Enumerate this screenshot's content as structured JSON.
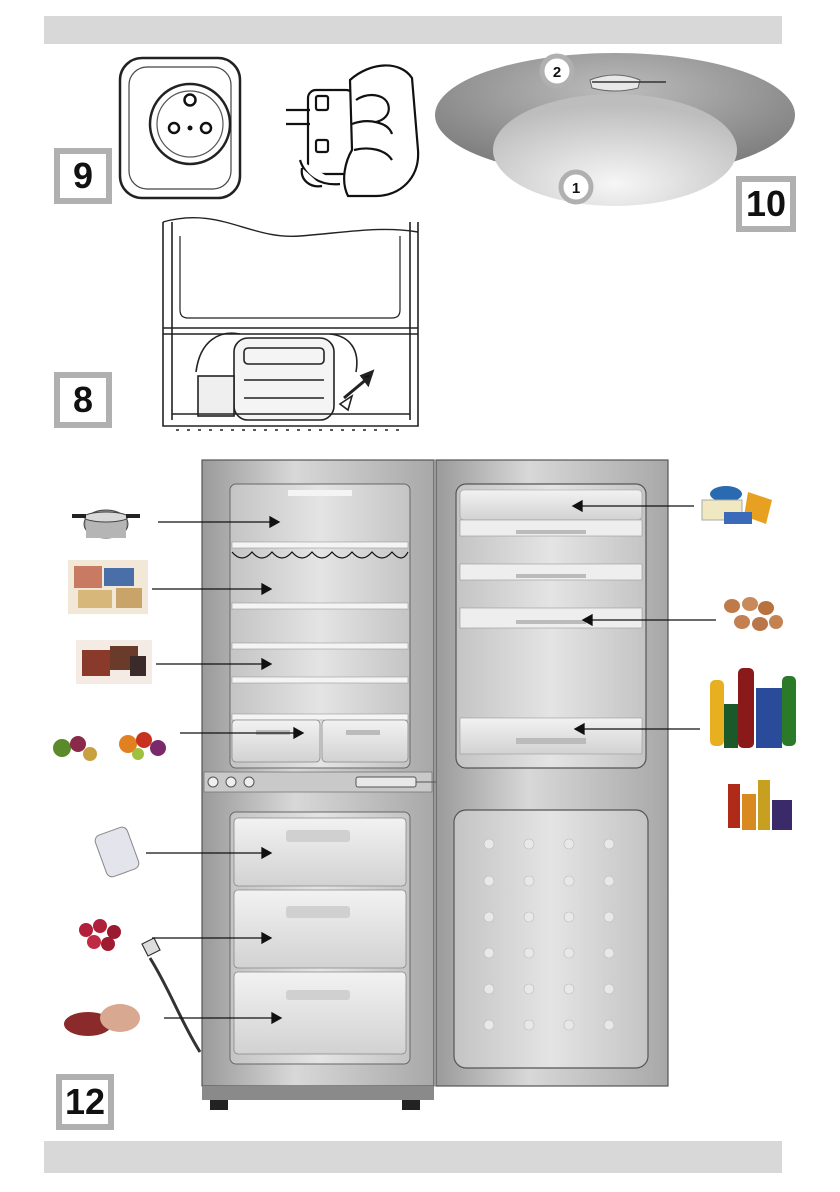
{
  "figures": {
    "socket": "9",
    "lamp": "10",
    "compressor": "8",
    "fridge": "12"
  },
  "lamp_callouts": [
    "2",
    "1"
  ]
}
